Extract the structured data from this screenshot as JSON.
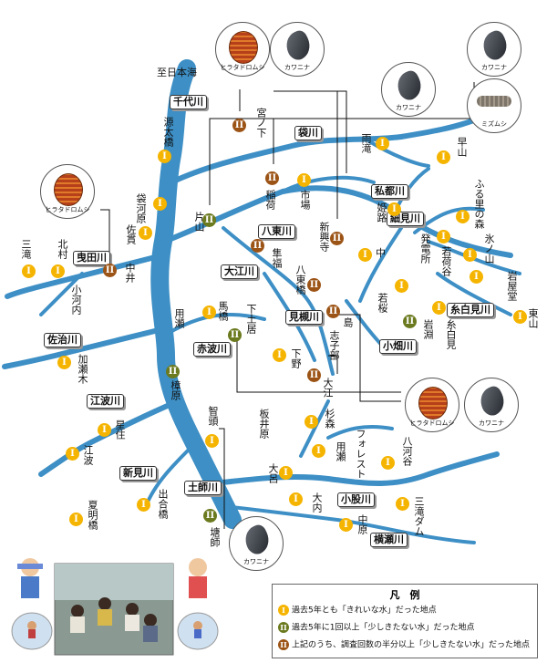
{
  "colors": {
    "river": "#3d8fc5",
    "clean": "#f5b400",
    "slight": "#6b7a1e",
    "frequent": "#9c5416"
  },
  "direction_label": "至日本海",
  "rivers": {
    "chiyo": "千代川",
    "fukuro": "袋川",
    "shitsuzu": "私都川",
    "hosomi": "細見川",
    "hachito": "八東川",
    "toda": "曳田川",
    "oe": "大江川",
    "itoshiromi": "糸白見川",
    "mitsuki": "見槻川",
    "kobata": "小畑川",
    "saji": "佐治川",
    "akanami": "赤波川",
    "enami": "江波川",
    "shinmi": "新見川",
    "dokou": "土師川",
    "koiwa": "小股川",
    "yokose": "横瀬川"
  },
  "places": {
    "miyanoshita": "宮ノ下",
    "genta": "源太橋",
    "fukurogawara": "袋河原",
    "saga": "佐貫",
    "katayama": "片山",
    "amaki": "雨滝",
    "inari": "稲荷",
    "ichiba": "市場",
    "shinkouji": "新興寺",
    "himeji": "姫路",
    "furusato": "ふる里の森",
    "hatsuden": "発電所",
    "wakasaka": "若荷谷",
    "kawanoyama": "氷ノ山",
    "naka": "中",
    "hayakou": "早山",
    "misawa": "三滝",
    "kitamura": "北村",
    "nakai": "中井",
    "kokawa": "小河内",
    "kashiwa": "加瀬木",
    "hoshi": "星住",
    "enami_p": "江波",
    "yoshikawa": "用瀬",
    "makai": "馬橋",
    "shimotsuchi": "下土居",
    "keihara": "樟原",
    "chizu": "智頭",
    "yoru": "隼福",
    "hachitobashi": "八東橋",
    "shima": "島",
    "shitano": "下野",
    "shibu": "志子部",
    "oe_p": "大江",
    "wakasa": "若桜",
    "iwabuchi": "岩淵",
    "itoshiromi_p": "糸白見",
    "higashiyama": "東山",
    "iwaya": "岩屋堂",
    "itai": "板井原",
    "sugimori": "杉森",
    "yose": "用瀬",
    "forest": "フォレスト",
    "oro": "大呂",
    "hakkoku": "八河谷",
    "ouchi": "大内",
    "nakahara": "中原",
    "mitaki_dam": "三滝ダム",
    "deai": "出合橋",
    "natsume": "夏明橋",
    "tsurushi": "塘師"
  },
  "species": {
    "hiratadoromushi": "ヒラタドロムシ",
    "kawanina": "カワニナ",
    "mizumushi": "ミズムシ"
  },
  "legend": {
    "title": "凡　例",
    "mark_clean": "I",
    "mark_slight": "II",
    "mark_frequent": "II",
    "row1": "過去5年とも「きれいな水」だった地点",
    "row2": "過去5年に1回以上「少しきたない水」だった地点",
    "row3": "上記のうち、調査回数の半分以上「少しきたない水」だった地点"
  }
}
